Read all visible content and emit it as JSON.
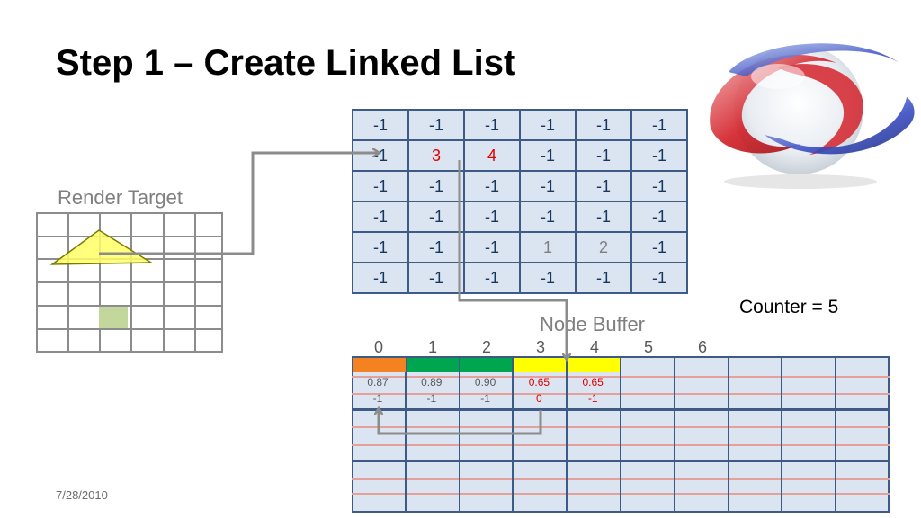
{
  "slide": {
    "title": "Step 1 – Create Linked List",
    "date": "7/28/2010"
  },
  "render_target": {
    "label": "Render Target"
  },
  "head_pointer_grid": {
    "rows": [
      [
        "-1",
        "-1",
        "-1",
        "-1",
        "-1",
        "-1"
      ],
      [
        "-1",
        "3",
        "4",
        "-1",
        "-1",
        "-1"
      ],
      [
        "-1",
        "-1",
        "-1",
        "-1",
        "-1",
        "-1"
      ],
      [
        "-1",
        "-1",
        "-1",
        "-1",
        "-1",
        "-1"
      ],
      [
        "-1",
        "-1",
        "-1",
        "1",
        "2",
        "-1"
      ],
      [
        "-1",
        "-1",
        "-1",
        "-1",
        "-1",
        "-1"
      ]
    ],
    "highlight_red": [
      [
        1,
        1
      ],
      [
        1,
        2
      ]
    ],
    "highlight_gray": [
      [
        4,
        3
      ],
      [
        4,
        4
      ]
    ]
  },
  "node_buffer": {
    "label": "Node Buffer",
    "indices": [
      "0",
      "1",
      "2",
      "3",
      "4",
      "5",
      "6"
    ],
    "nodes": [
      {
        "color": "#f58220",
        "depth": "0.87",
        "next": "-1",
        "text_color": "#595959"
      },
      {
        "color": "#00a54f",
        "depth": "0.89",
        "next": "-1",
        "text_color": "#595959"
      },
      {
        "color": "#00a54f",
        "depth": "0.90",
        "next": "-1",
        "text_color": "#595959"
      },
      {
        "color": "#ffff00",
        "depth": "0.65",
        "next": "0",
        "text_color": "#e00000"
      },
      {
        "color": "#ffff00",
        "depth": "0.65",
        "next": "-1",
        "text_color": "#e00000"
      }
    ],
    "total_columns": 10
  },
  "counter": {
    "text": "Counter = 5"
  },
  "colors": {
    "grid_border": "#3d5b84",
    "cell_fill": "#dbe5f1",
    "divider_red": "#e6a09b",
    "arrow_gray": "#8c8c8c"
  }
}
